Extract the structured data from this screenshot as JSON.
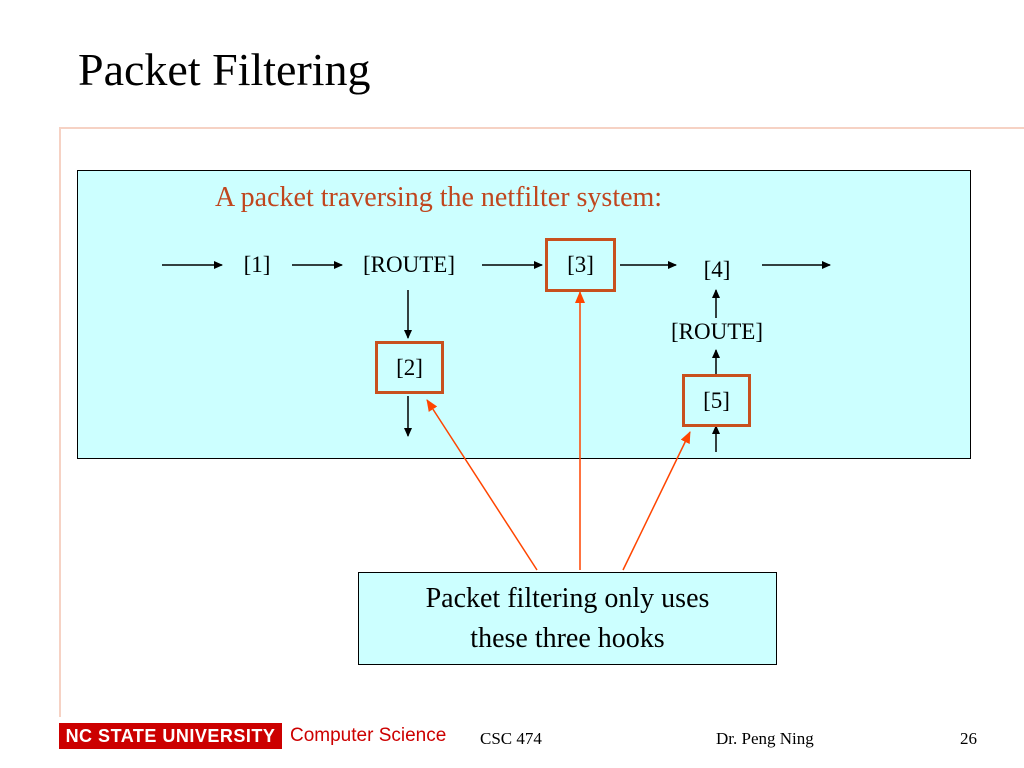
{
  "slide": {
    "title": "Packet Filtering",
    "page_number": "26"
  },
  "diagram": {
    "heading": "A packet traversing the netfilter system:",
    "nodes": {
      "hook1": "[1]",
      "route1": "[ROUTE]",
      "hook2": "[2]",
      "hook3": "[3]",
      "hook4": "[4]",
      "route2": "[ROUTE]",
      "hook5": "[5]"
    },
    "note": {
      "line1": "Packet filtering only uses",
      "line2": "these three hooks"
    },
    "colors": {
      "panel_fill": "#ccffff",
      "hook_border": "#c8501e",
      "pointer_line": "#ff4500",
      "heading_text": "#c0461e"
    }
  },
  "footer": {
    "university": "NC STATE UNIVERSITY",
    "department": "Computer Science",
    "course": "CSC 474",
    "author": "Dr. Peng Ning"
  }
}
